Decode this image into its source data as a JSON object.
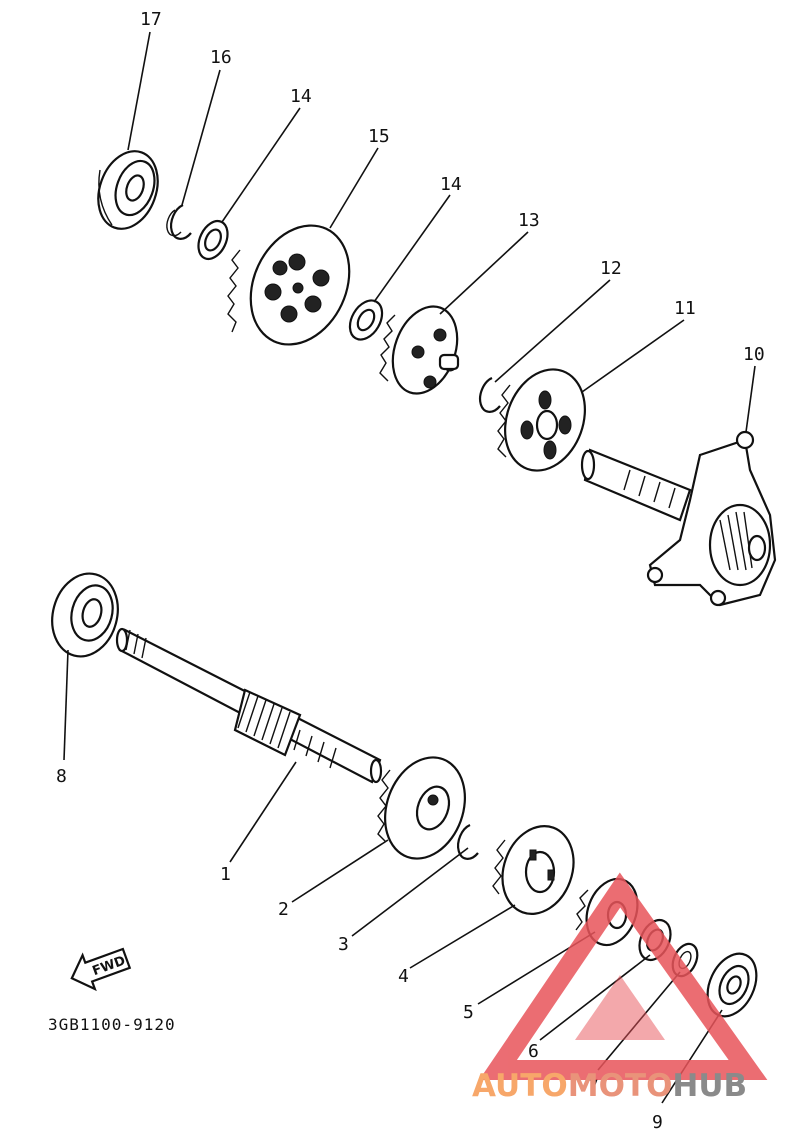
{
  "diagram": {
    "part_code": "3GB1100-9120",
    "direction_label": "FWD",
    "callouts": [
      "17",
      "16",
      "14",
      "15",
      "14",
      "13",
      "12",
      "11",
      "10",
      "8",
      "1",
      "2",
      "3",
      "4",
      "5",
      "6",
      "7",
      "9"
    ]
  },
  "watermark": {
    "part1": "AUTO",
    "part2": "MOTO",
    "part3": "HUB",
    "colors": {
      "auto": "#f7a76a",
      "moto": "#e9937a",
      "hub": "#8a8a8a",
      "triangle": "#e8545a"
    }
  }
}
